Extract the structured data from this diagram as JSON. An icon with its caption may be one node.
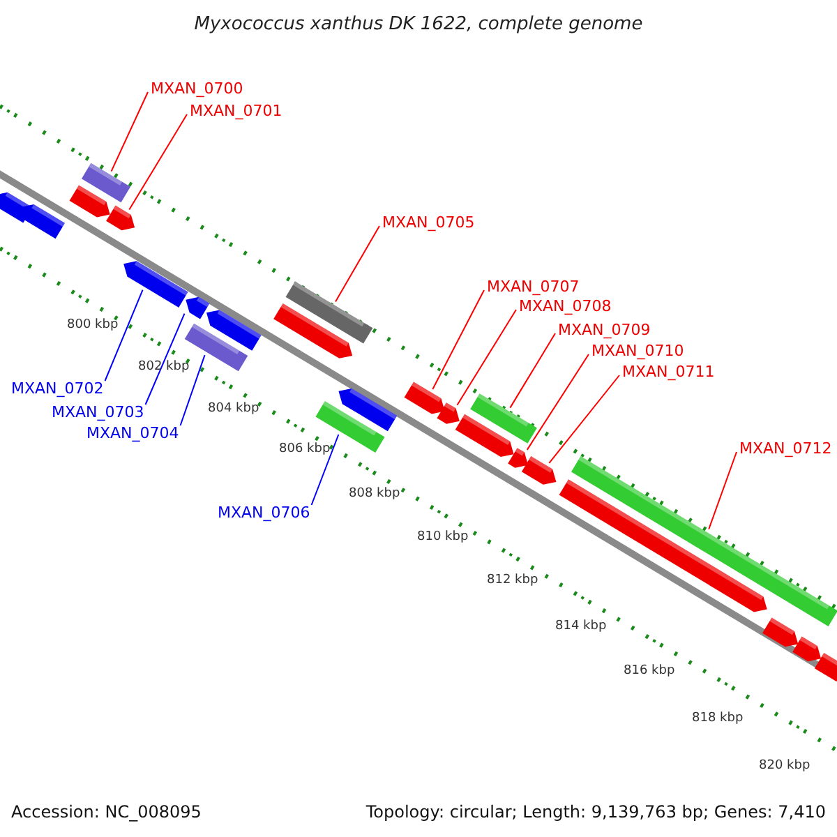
{
  "diagram": {
    "title": "Myxococcus xanthus DK 1622, complete genome",
    "nodes": [
      {
        "text": [
          "MXAN_0700"
        ]
      },
      {
        "text": [
          "MXAN_0701"
        ]
      },
      {
        "text": [
          "MXAN_0702"
        ]
      },
      {
        "text": [
          "MXAN_0703"
        ]
      },
      {
        "text": [
          "MXAN_0704"
        ]
      },
      {
        "text": [
          "MXAN_0705"
        ]
      },
      {
        "text": [
          "MXAN_0706"
        ]
      },
      {
        "text": [
          "MXAN_0707"
        ]
      },
      {
        "text": [
          "MXAN_0708"
        ]
      },
      {
        "text": [
          "MXAN_0709"
        ]
      },
      {
        "text": [
          "MXAN_0710"
        ]
      },
      {
        "text": [
          "MXAN_0711"
        ]
      },
      {
        "text": [
          "MXAN_0712"
        ]
      },
      {
        "text": [],
        "shape": "bar"
      },
      {
        "text": [],
        "shape": "bar"
      },
      {
        "text": [],
        "shape": "bar"
      },
      {
        "text": [],
        "shape": "bar"
      },
      {
        "text": [],
        "shape": "bar"
      },
      {
        "text": [],
        "shape": "bar"
      },
      {
        "text": [],
        "shape": "bar"
      },
      {
        "text": [],
        "shape": "bar"
      },
      {
        "text": [],
        "shape": "bar"
      },
      {
        "text": [],
        "shape": "bar"
      },
      {
        "text": [],
        "shape": "bar"
      },
      {
        "text": [],
        "shape": "bar"
      },
      {
        "text": [],
        "shape": "bar"
      },
      {
        "text": [],
        "shape": "bar"
      },
      {
        "text": [],
        "shape": "bar"
      },
      {
        "text": [],
        "shape": "bar"
      },
      {
        "text": [],
        "shape": "bar"
      },
      {
        "text": [],
        "shape": "bar"
      },
      {
        "text": [],
        "shape": "bar"
      },
      {
        "text": [],
        "shape": "bar"
      },
      {
        "text": [],
        "shape": "bar"
      },
      {
        "text": [],
        "shape": "bar"
      },
      {
        "text": [],
        "shape": "bar"
      },
      {
        "text": [],
        "shape": "bar"
      }
    ],
    "edges": [
      {
        "from": 0,
        "to": 16,
        "arrow": "none"
      },
      {
        "from": 1,
        "to": 17,
        "arrow": "none"
      },
      {
        "from": 2,
        "to": 18,
        "arrow": "none",
        "color": "#0000ff"
      },
      {
        "from": 3,
        "to": 19,
        "arrow": "none",
        "color": "#0000ff"
      },
      {
        "from": 4,
        "to": 20,
        "arrow": "none",
        "color": "#0000ff"
      },
      {
        "from": 5,
        "to": 23,
        "arrow": "none"
      },
      {
        "from": 6,
        "to": 24,
        "arrow": "none",
        "color": "#0000ff"
      },
      {
        "from": 7,
        "to": 26,
        "arrow": "none"
      },
      {
        "from": 8,
        "to": 27,
        "arrow": "none"
      },
      {
        "from": 9,
        "to": 29,
        "arrow": "none"
      },
      {
        "from": 10,
        "to": 30,
        "arrow": "none"
      },
      {
        "from": 11,
        "to": 31,
        "arrow": "none"
      },
      {
        "from": 12,
        "to": 33,
        "arrow": "none"
      }
    ],
    "labels": [
      "800 kbp",
      "802 kbp",
      "804 kbp",
      "806 kbp",
      "808 kbp",
      "810 kbp",
      "812 kbp",
      "814 kbp",
      "816 kbp",
      "818 kbp",
      "820 kbp",
      "Accession: NC_008095",
      "Topology: circular; Length: 9,139,763 bp; Genes: 7,410"
    ]
  }
}
